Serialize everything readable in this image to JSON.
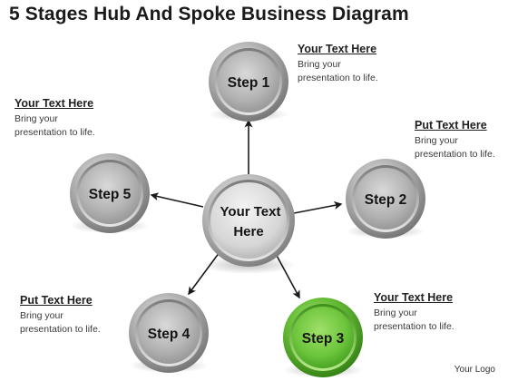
{
  "title": "5 Stages Hub And Spoke Business Diagram",
  "hub": {
    "line1": "Your Text",
    "line2": "Here"
  },
  "steps": [
    {
      "id": "step-1",
      "label": "Step 1",
      "color": "gray"
    },
    {
      "id": "step-2",
      "label": "Step 2",
      "color": "gray"
    },
    {
      "id": "step-3",
      "label": "Step 3",
      "color": "green"
    },
    {
      "id": "step-4",
      "label": "Step 4",
      "color": "gray"
    },
    {
      "id": "step-5",
      "label": "Step 5",
      "color": "gray"
    }
  ],
  "callouts": [
    {
      "step": "Step 1",
      "heading": "Your Text Here",
      "line1": "Bring your",
      "line2": "presentation to life."
    },
    {
      "step": "Step 2",
      "heading": "Put Text Here",
      "line1": "Bring your",
      "line2": "presentation to life."
    },
    {
      "step": "Step 3",
      "heading": "Your Text Here",
      "line1": "Bring your",
      "line2": "presentation to life."
    },
    {
      "step": "Step 4",
      "heading": "Put Text Here",
      "line1": "Bring your",
      "line2": "presentation to life."
    },
    {
      "step": "Step 5",
      "heading": "Your Text Here",
      "line1": "Bring your",
      "line2": "presentation to life."
    }
  ],
  "footer": {
    "logo": "Your Logo"
  },
  "colors": {
    "gray_ring": "#8e8e8e",
    "gray_face": "#cfcfcf",
    "green_ring": "#3f9a1c",
    "green_face": "#8bd45a",
    "arrow": "#1a1a1a"
  }
}
